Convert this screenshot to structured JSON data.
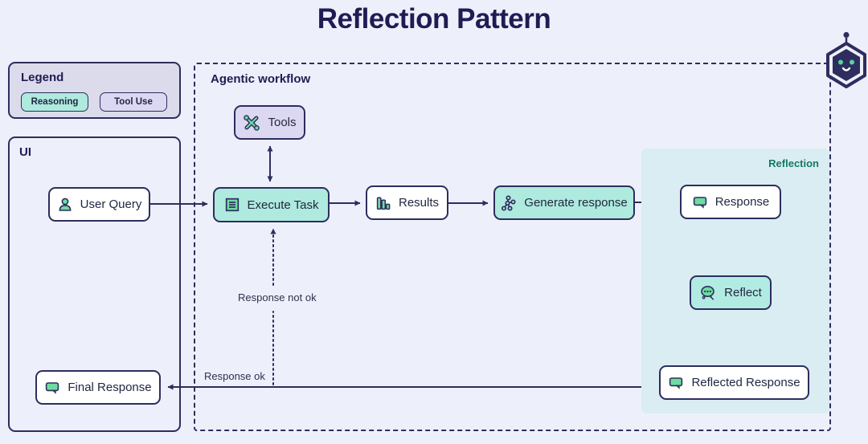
{
  "title": "Reflection Pattern",
  "legend": {
    "title": "Legend",
    "chips": [
      {
        "label": "Reasoning",
        "type": "reasoning"
      },
      {
        "label": "Tool Use",
        "type": "tool-use"
      }
    ]
  },
  "ui_panel": {
    "title": "UI"
  },
  "workflow": {
    "title": "Agentic workflow"
  },
  "reflection": {
    "title": "Reflection"
  },
  "nodes": {
    "tools": {
      "label": "Tools",
      "icon": "tools-icon",
      "style": "tool-use"
    },
    "user_query": {
      "label": "User Query",
      "icon": "person-icon",
      "style": "plain"
    },
    "execute_task": {
      "label": "Execute Task",
      "icon": "task-list-icon",
      "style": "reasoning"
    },
    "results": {
      "label": "Results",
      "icon": "bar-chart-icon",
      "style": "plain"
    },
    "generate_response": {
      "label": "Generate response",
      "icon": "network-icon",
      "style": "reasoning"
    },
    "response": {
      "label": "Response",
      "icon": "chat-bubble-icon",
      "style": "plain"
    },
    "reflect": {
      "label": "Reflect",
      "icon": "thought-bubble-icon",
      "style": "reasoning"
    },
    "reflected_response": {
      "label": "Reflected Response",
      "icon": "chat-bubble-icon",
      "style": "plain"
    },
    "final_response": {
      "label": "Final Response",
      "icon": "chat-bubble-icon",
      "style": "plain"
    }
  },
  "edge_labels": {
    "response_not_ok": "Response not ok",
    "response_ok": "Response ok"
  },
  "mascot": {
    "icon": "robot-icon"
  },
  "colors": {
    "page_bg": "#edf0fa",
    "navy": "#2e2d5f",
    "title_color": "#211b54",
    "accent_teal": "#aeeadd",
    "accent_lavender": "#dcd8f2",
    "legend_bg": "#dbdbeb",
    "reflection_bg": "#d9edf2",
    "icon_green": "#6edba1",
    "reflection_label": "#15795f"
  }
}
